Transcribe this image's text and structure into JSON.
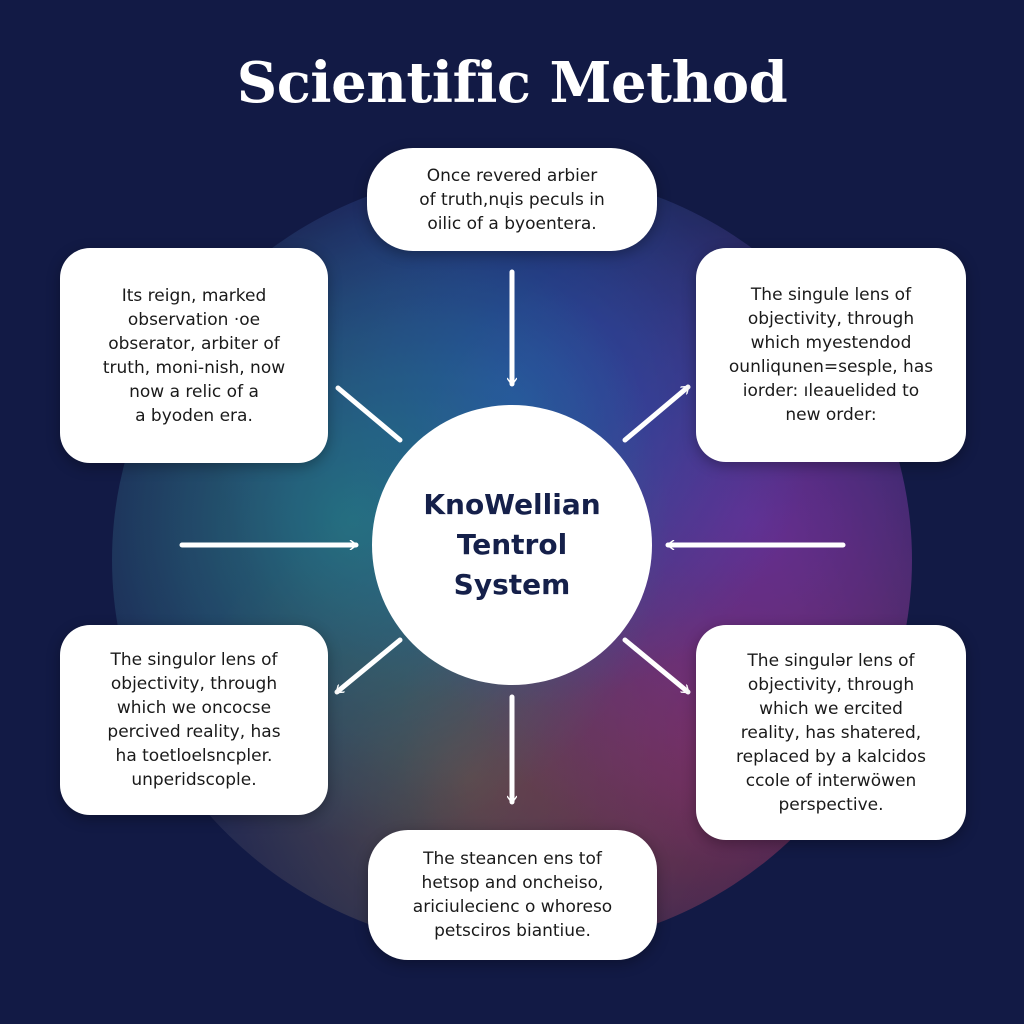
{
  "title": "Scientific Method",
  "center": {
    "lines": [
      "KnoWellian",
      "Tentrol",
      "System"
    ]
  },
  "boxes": {
    "top": [
      "Once revered arbier",
      "of truth,nųis peculs in",
      "oilic of a byoentera."
    ],
    "upper_left": [
      "Its reign, marked",
      "observation ·oe",
      "obserator, arbiter of",
      "truth, moni-nish, now",
      "now a relic of a",
      "a byoden era."
    ],
    "upper_right": [
      "The singule lens of",
      "objectivity, through",
      "which myestendod",
      "ounliqunen=sesple, has",
      "iorder: ıleauelided to",
      "new order:"
    ],
    "lower_left": [
      "The singulor lens of",
      "objectivity, through",
      "which we oncocse",
      "percived reality, has",
      "ha toetloelsncpler.",
      "unperidscople."
    ],
    "lower_right": [
      "The singulər lens of",
      "objectivity, through",
      "which we ercited",
      "reality, has shatered,",
      "replaced by a kalcidos",
      "ccole of interwöwen",
      "perspective."
    ],
    "bottom": [
      "The steancen ens tof",
      "hetsop and oncheiso,",
      "ariciulecienc o whoreso",
      "petsciros biantiue."
    ]
  },
  "colors": {
    "background": "#121a45",
    "box": "#ffffff",
    "center_text": "#15204a"
  }
}
